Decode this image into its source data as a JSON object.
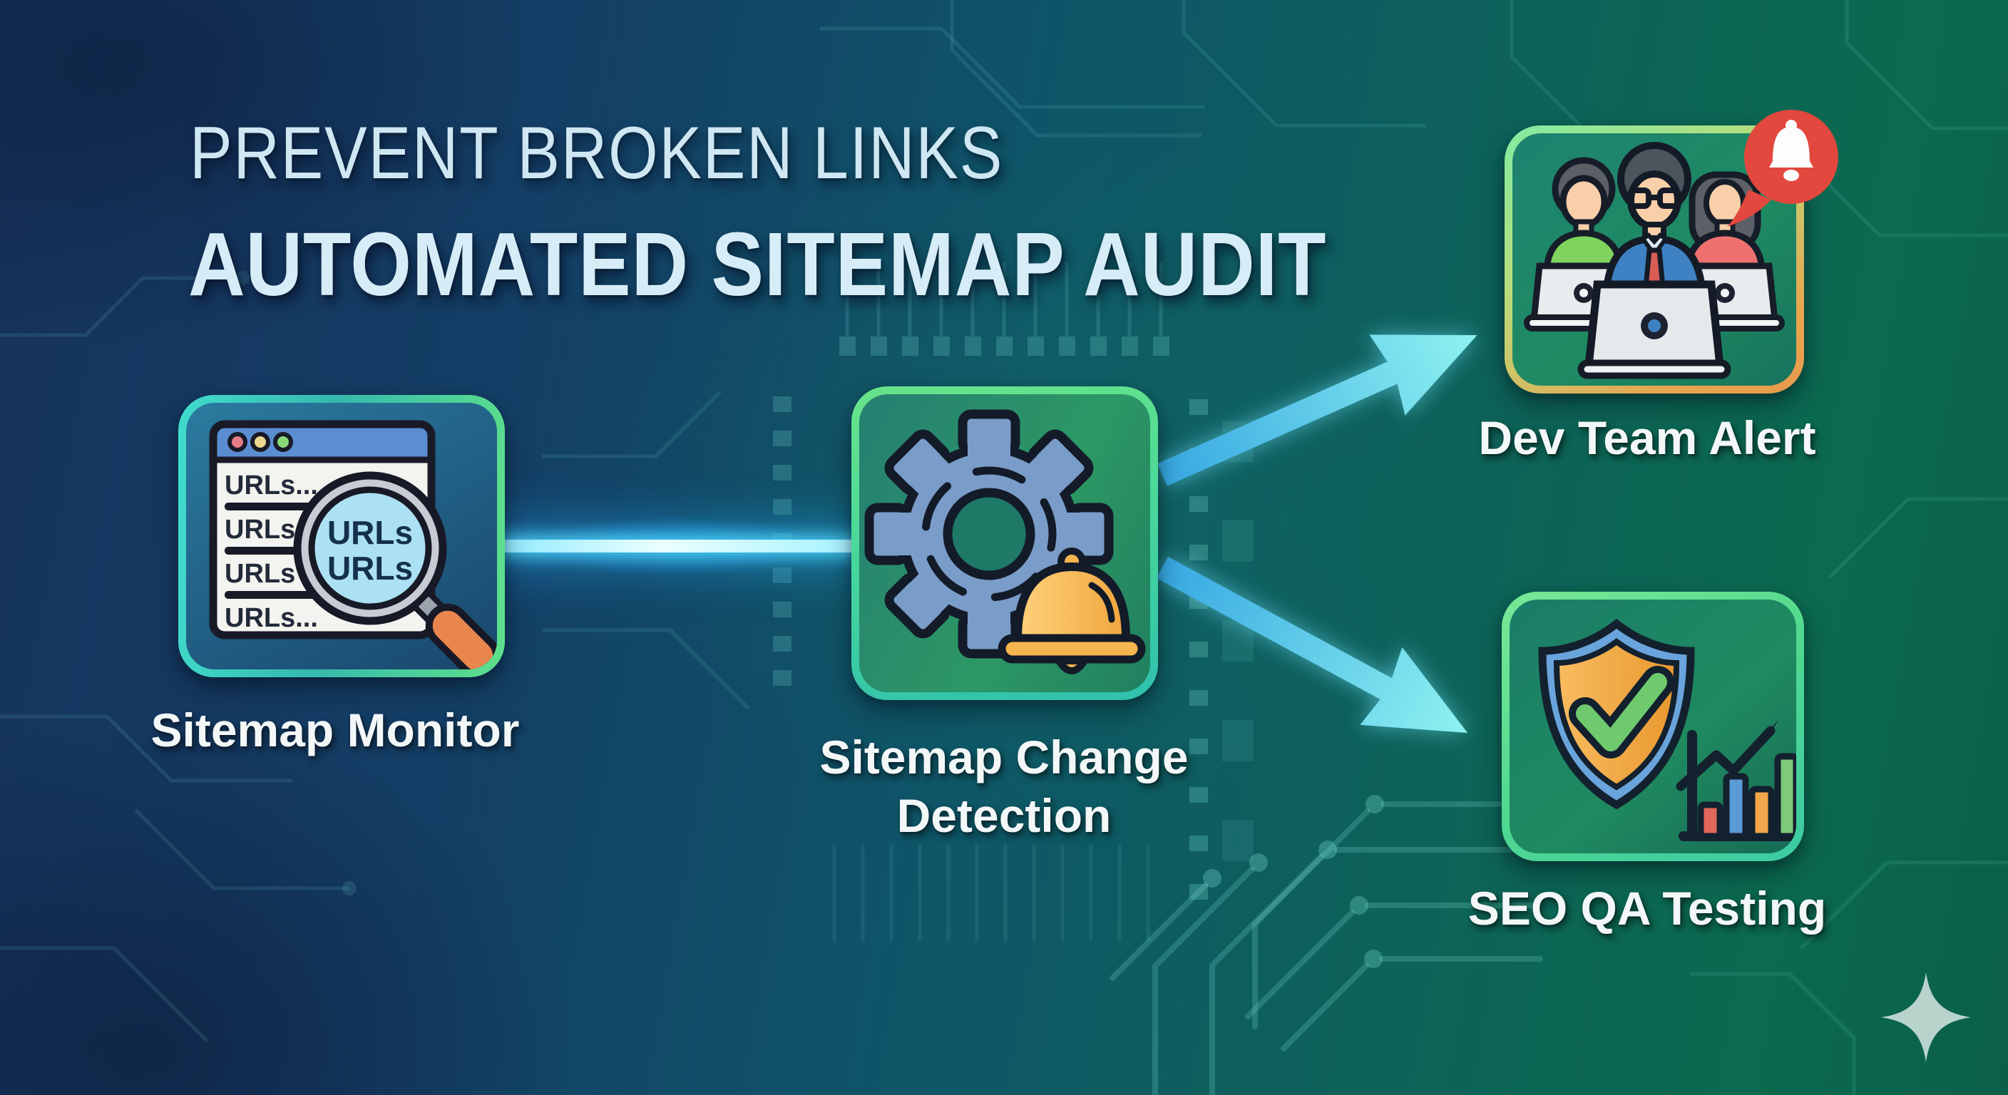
{
  "title": {
    "line1": "PREVENT BROKEN LINKS",
    "line2": "AUTOMATED SITEMAP AUDIT"
  },
  "nodes": {
    "monitor": {
      "label": "Sitemap Monitor",
      "browser_rows": [
        "URLs...",
        "URLs",
        "URLs",
        "URLs..."
      ],
      "lens": {
        "line1": "URLs",
        "line2": "URLs"
      }
    },
    "change": {
      "label_line1": "Sitemap Change",
      "label_line2": "Detection"
    },
    "dev": {
      "label": "Dev Team Alert"
    },
    "seo": {
      "label": "SEO QA Testing"
    }
  },
  "flow": {
    "connections": [
      "Sitemap Monitor -> Sitemap Change Detection",
      "Sitemap Change Detection -> Dev Team Alert",
      "Sitemap Change Detection -> SEO QA Testing"
    ]
  },
  "icons": {
    "monitor": "browser-url-list-with-magnifier-icon",
    "change": "gear-with-bell-icon",
    "dev": "team-on-laptops-icon",
    "dev_badge": "notification-bell-bubble-icon",
    "seo": "shield-check-with-growth-chart-icon",
    "decor": "sparkle-icon"
  },
  "colors": {
    "bg_navy": "#16325c",
    "bg_green": "#0b6a4f",
    "title_text": "#d6edf7",
    "label_text": "#f3f7f8",
    "beam_cyan": "#8feaff",
    "arrow_cyan": "#7fe9ef",
    "card_border_green": "#68e489",
    "card_border_cyan": "#41dccd",
    "card_border_orange": "#e89a4a",
    "alert_red": "#e2483d",
    "bell_orange": "#f6b44e",
    "gear_blue": "#7a9cc8",
    "shield_orange": "#f0a743",
    "check_green": "#6fca6d"
  }
}
